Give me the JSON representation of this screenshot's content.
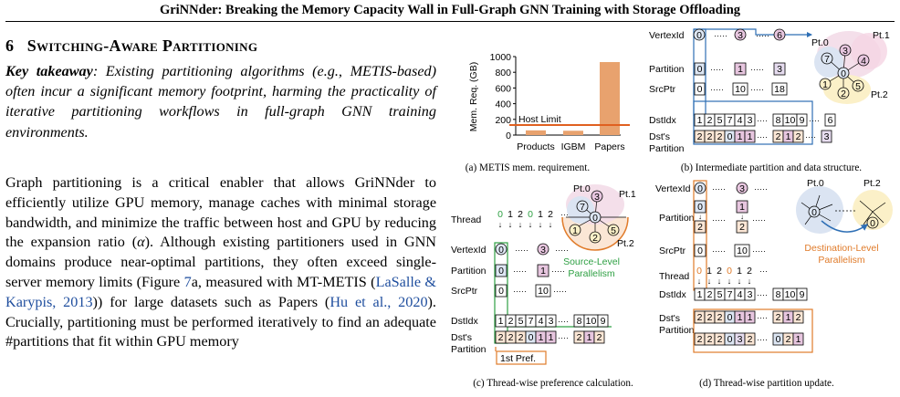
{
  "header": {
    "title": "GriNNder: Breaking the Memory Capacity Wall in Full-Graph GNN Training with Storage Offloading"
  },
  "section": {
    "number": "6",
    "title": "Switching-Aware Partitioning"
  },
  "takeaway": {
    "label": "Key takeaway",
    "text": ": Existing partitioning algorithms (e.g., METIS-based) often incur a significant memory footprint, harming the practicality of iterative partitioning workflows in full-graph GNN training environments."
  },
  "body": {
    "p1": "Graph partitioning is a critical enabler that allows GriNNder to efficiently utilize GPU memory, manage caches with minimal storage bandwidth, and minimize the traffic between host and GPU by reducing the expansion ratio (",
    "alpha": "α",
    "p2": "). Although existing partitioners used in GNN domains produce near-optimal partitions, they often exceed single-server memory limits (Figure ",
    "figref": "7",
    "p3": "a, measured with MT-METIS (",
    "cite1": "LaSalle & Karypis, 2013",
    "p4": ")) for large datasets such as Papers (",
    "cite2": "Hu et al., 2020",
    "p5": "). Crucially, partitioning must be performed iteratively to find an adequate #partitions that fit within GPU memory"
  },
  "figure": {
    "captions": {
      "a": "(a) METIS mem. requirement.",
      "b": "(b) Intermediate partition and data structure.",
      "c": "(c) Thread-wise preference calculation.",
      "d": "(d) Thread-wise partition update."
    },
    "labels": {
      "vertexid": "VertexId",
      "partition": "Partition",
      "srcptr": "SrcPtr",
      "dstidx": "DstIdx",
      "dsts": "Dst's",
      "partition2": "Partition",
      "thread": "Thread",
      "pt0": "Pt.0",
      "pt1": "Pt.1",
      "pt2": "Pt.2",
      "source_level": "Source-Level",
      "dest_level": "Destination-Level",
      "parallelism": "Parallelism",
      "first_pref": "1st Pref.",
      "host_limit": "Host Limit"
    },
    "b_vals": {
      "vid": [
        "0",
        "3",
        "6"
      ],
      "part": [
        "0",
        "1",
        "3"
      ],
      "src": [
        "0",
        "10",
        "18"
      ],
      "dst": [
        "1",
        "2",
        "5",
        "7",
        "4",
        "3",
        "8",
        "10",
        "9",
        "6"
      ],
      "dstp": [
        "2",
        "2",
        "2",
        "0",
        "1",
        "1",
        "2",
        "1",
        "2",
        "3"
      ],
      "nodes": [
        "0",
        "7",
        "3",
        "4",
        "1",
        "5",
        "2"
      ]
    },
    "c_vals": {
      "thread": [
        "0",
        "1",
        "2",
        "0",
        "1",
        "2"
      ],
      "vid": [
        "0",
        "3"
      ],
      "part": [
        "0",
        "1"
      ],
      "src": [
        "0",
        "10"
      ],
      "dst": [
        "1",
        "2",
        "5",
        "7",
        "4",
        "3",
        "8",
        "10",
        "9"
      ],
      "dstp": [
        "2",
        "2",
        "2",
        "0",
        "1",
        "1",
        "2",
        "1",
        "2"
      ],
      "nodes": [
        "0",
        "7",
        "3",
        "1",
        "5",
        "2"
      ]
    },
    "d_vals": {
      "vid": [
        "0",
        "3"
      ],
      "part_old": [
        "0",
        "1"
      ],
      "part_new": [
        "2",
        "2"
      ],
      "src": [
        "0",
        "10"
      ],
      "thread": [
        "0",
        "1",
        "2",
        "0",
        "1",
        "2"
      ],
      "dst": [
        "1",
        "2",
        "5",
        "7",
        "4",
        "3",
        "8",
        "10",
        "9"
      ],
      "dstp1": [
        "2",
        "2",
        "2",
        "0",
        "1",
        "1",
        "2",
        "1",
        "2"
      ],
      "dstp2": [
        "2",
        "2",
        "2",
        "0",
        "3",
        "2",
        "0",
        "2",
        "1"
      ],
      "node0": "0",
      "node2": "0"
    }
  },
  "chart_data": {
    "type": "bar",
    "categories": [
      "Products",
      "IGBM",
      "Papers"
    ],
    "values": [
      60,
      55,
      930
    ],
    "ylabel": "Mem. Req. (GB)",
    "ylim": [
      0,
      1000
    ],
    "yticks": [
      "0",
      "200",
      "400",
      "600",
      "800",
      "1000"
    ],
    "host_limit": 128,
    "colors": {
      "bar": "#e8a26e",
      "limit": "#e06020"
    }
  }
}
